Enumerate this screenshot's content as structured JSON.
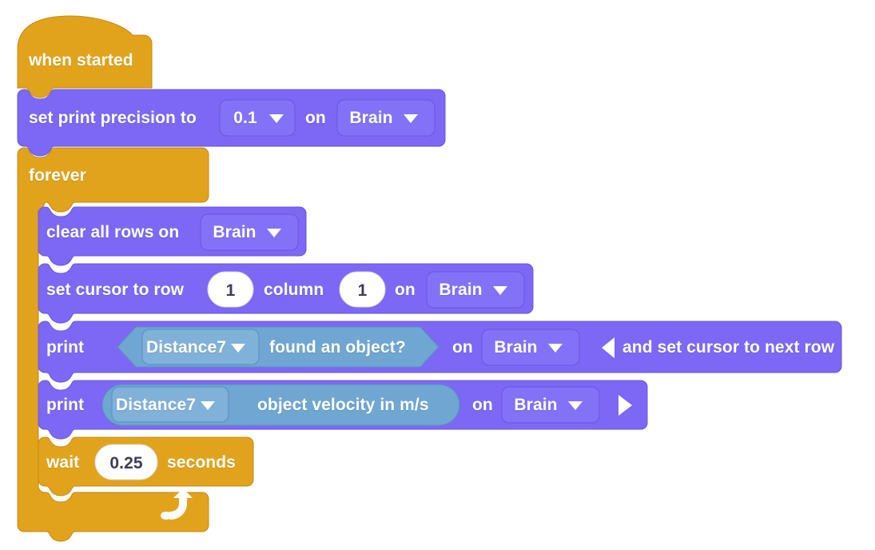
{
  "program": {
    "title": "VEXcode block program",
    "palette": {
      "control_orange": "#E2A31C",
      "control_orange_stroke": "#C08A14",
      "print_purple": "#7C68F5",
      "print_purple_stroke": "#6A55DC",
      "print_purple_field": "#8372F7",
      "sensing_blue": "#6FA6D2",
      "sensing_blue_stroke": "#5A8FBC",
      "sensing_blue_field": "#7FB1D9",
      "number_field_bg": "#FFFFFF",
      "number_field_text": "#3D3D54",
      "label_text": "#FFFFFF",
      "page_background": "#FFFFFF"
    },
    "blocks": [
      {
        "id": "when-started",
        "kind": "hat",
        "category": "control",
        "label": "when started"
      },
      {
        "id": "set-print-precision",
        "kind": "stack",
        "category": "print",
        "label_before": "set print precision to",
        "precision_value": "0.1",
        "word_on": "on",
        "device_value": "Brain",
        "dropdown_icon": "chevron-down-icon"
      },
      {
        "id": "forever",
        "kind": "c-block",
        "category": "control",
        "label": "forever",
        "loop_icon": "loop-arrow-icon",
        "children": [
          {
            "id": "clear-all-rows",
            "kind": "stack",
            "category": "print",
            "label_before": "clear all rows on",
            "device_value": "Brain",
            "dropdown_icon": "chevron-down-icon"
          },
          {
            "id": "set-cursor",
            "kind": "stack",
            "category": "print",
            "label_before": "set cursor to row",
            "row_value": "1",
            "label_mid": "column",
            "column_value": "1",
            "word_on": "on",
            "device_value": "Brain",
            "dropdown_icon": "chevron-down-icon"
          },
          {
            "id": "print-found-object",
            "kind": "stack",
            "category": "print",
            "label_before": "print",
            "reporter": {
              "shape": "hexagon",
              "category": "sensing",
              "sensor_value": "Distance7",
              "dropdown_icon": "chevron-down-icon",
              "property_label": "found an object?"
            },
            "word_on": "on",
            "device_value": "Brain",
            "toggle_icon": "triangle-left-icon",
            "label_after": "and set cursor to next row"
          },
          {
            "id": "print-object-velocity",
            "kind": "stack",
            "category": "print",
            "label_before": "print",
            "reporter": {
              "shape": "oval",
              "category": "sensing",
              "sensor_value": "Distance7",
              "dropdown_icon": "chevron-down-icon",
              "property_label": "object velocity in m/s"
            },
            "word_on": "on",
            "device_value": "Brain",
            "toggle_icon": "triangle-right-icon"
          },
          {
            "id": "wait-seconds",
            "kind": "stack",
            "category": "control",
            "label_before": "wait",
            "seconds_value": "0.25",
            "label_after": "seconds"
          }
        ]
      }
    ]
  }
}
